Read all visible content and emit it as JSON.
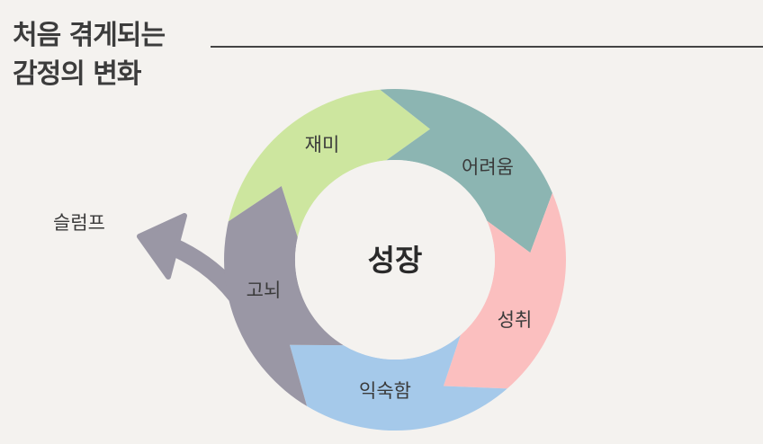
{
  "title": {
    "line1": "처음 겪게되는",
    "line2": "감정의 변화"
  },
  "diagram": {
    "center": "성장",
    "exit_label": "슬럼프",
    "stages": [
      {
        "key": "fun",
        "label": "재미",
        "color": "#cde69f"
      },
      {
        "key": "difficulty",
        "label": "어려움",
        "color": "#8cb5b2"
      },
      {
        "key": "achievement",
        "label": "성취",
        "color": "#fbbfbf"
      },
      {
        "key": "familiarity",
        "label": "익숙함",
        "color": "#a5c9ea"
      },
      {
        "key": "agony",
        "label": "고뇌",
        "color": "#9a97a5"
      }
    ],
    "exit_arrow_color": "#9a97a5"
  }
}
